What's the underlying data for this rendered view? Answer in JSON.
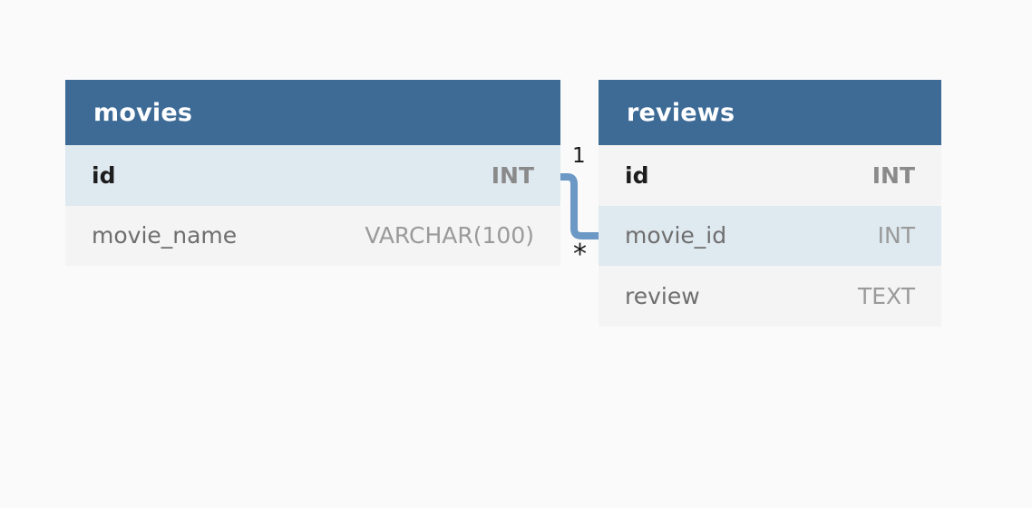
{
  "diagram": {
    "type": "entity-relationship-diagram",
    "background_color": "#fafafa",
    "header_color": "#3d6b96",
    "row_highlight_color": "#dfe9f0",
    "row_alt_color": "#f4f4f4",
    "connector_color": "#6b98c4"
  },
  "entities": [
    {
      "id": "movies",
      "title": "movies",
      "fields": [
        {
          "name": "id",
          "type": "INT",
          "is_key": true
        },
        {
          "name": "movie_name",
          "type": "VARCHAR(100)",
          "is_key": false
        }
      ]
    },
    {
      "id": "reviews",
      "title": "reviews",
      "fields": [
        {
          "name": "id",
          "type": "INT",
          "is_key": true
        },
        {
          "name": "movie_id",
          "type": "INT",
          "is_key": false
        },
        {
          "name": "review",
          "type": "TEXT",
          "is_key": false
        }
      ]
    }
  ],
  "relationship": {
    "from_entity": "movies",
    "from_field": "id",
    "to_entity": "reviews",
    "to_field": "movie_id",
    "source_cardinality": "1",
    "target_cardinality": "*"
  }
}
